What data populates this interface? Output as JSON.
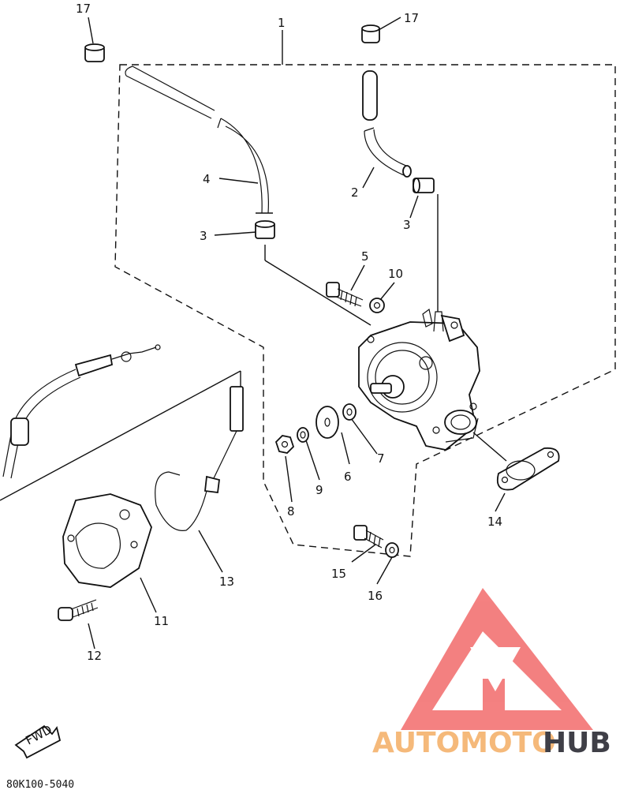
{
  "diagram": {
    "callouts": {
      "c1": "1",
      "c2": "2",
      "c3a": "3",
      "c3b": "3",
      "c4": "4",
      "c5": "5",
      "c6": "6",
      "c7": "7",
      "c8": "8",
      "c9": "9",
      "c10": "10",
      "c11": "11",
      "c12": "12",
      "c13": "13",
      "c14": "14",
      "c15": "15",
      "c16": "16",
      "c17a": "17",
      "c17b": "17"
    },
    "fwd_label": "FWD",
    "drawing_code": "80K100-5040"
  },
  "watermark": {
    "text_part1": "AUTOMOTO",
    "text_part2": "HUB",
    "color_logo": "#f26b6b",
    "color_text1": "#f5b97a",
    "color_text2": "#3f3f47"
  }
}
